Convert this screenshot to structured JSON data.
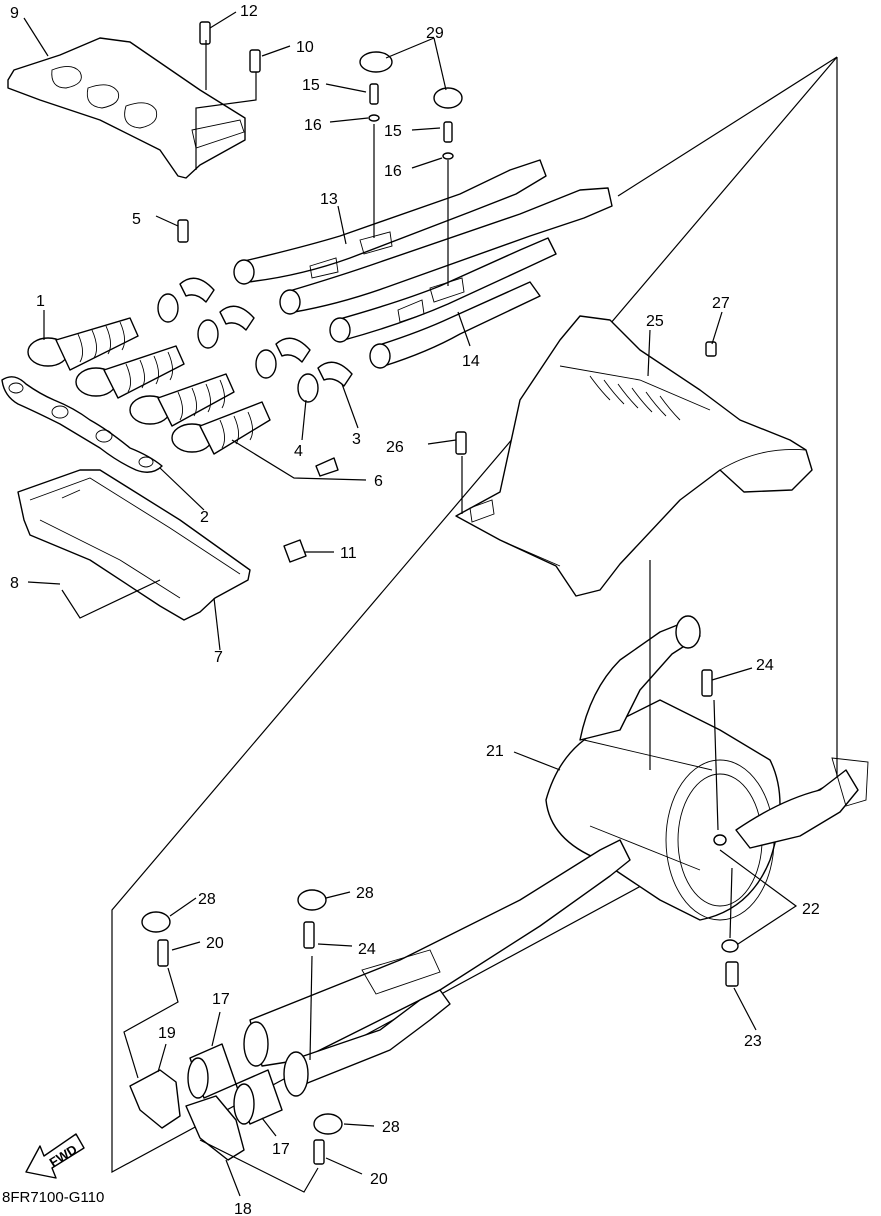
{
  "diagram": {
    "part_code": "8FR7100-G110",
    "fwd_label": "FWD",
    "callouts": {
      "c1": "1",
      "c2": "2",
      "c3": "3",
      "c4": "4",
      "c5": "5",
      "c6": "6",
      "c7": "7",
      "c8": "8",
      "c9": "9",
      "c10": "10",
      "c11": "11",
      "c12": "12",
      "c13": "13",
      "c14": "14",
      "c15a": "15",
      "c15b": "15",
      "c16a": "16",
      "c16b": "16",
      "c17a": "17",
      "c17b": "17",
      "c18": "18",
      "c19": "19",
      "c20a": "20",
      "c20b": "20",
      "c21": "21",
      "c22": "22",
      "c23": "23",
      "c24a": "24",
      "c24b": "24",
      "c25": "25",
      "c26": "26",
      "c27": "27",
      "c28a": "28",
      "c28b": "28",
      "c28c": "28",
      "c29": "29"
    }
  }
}
